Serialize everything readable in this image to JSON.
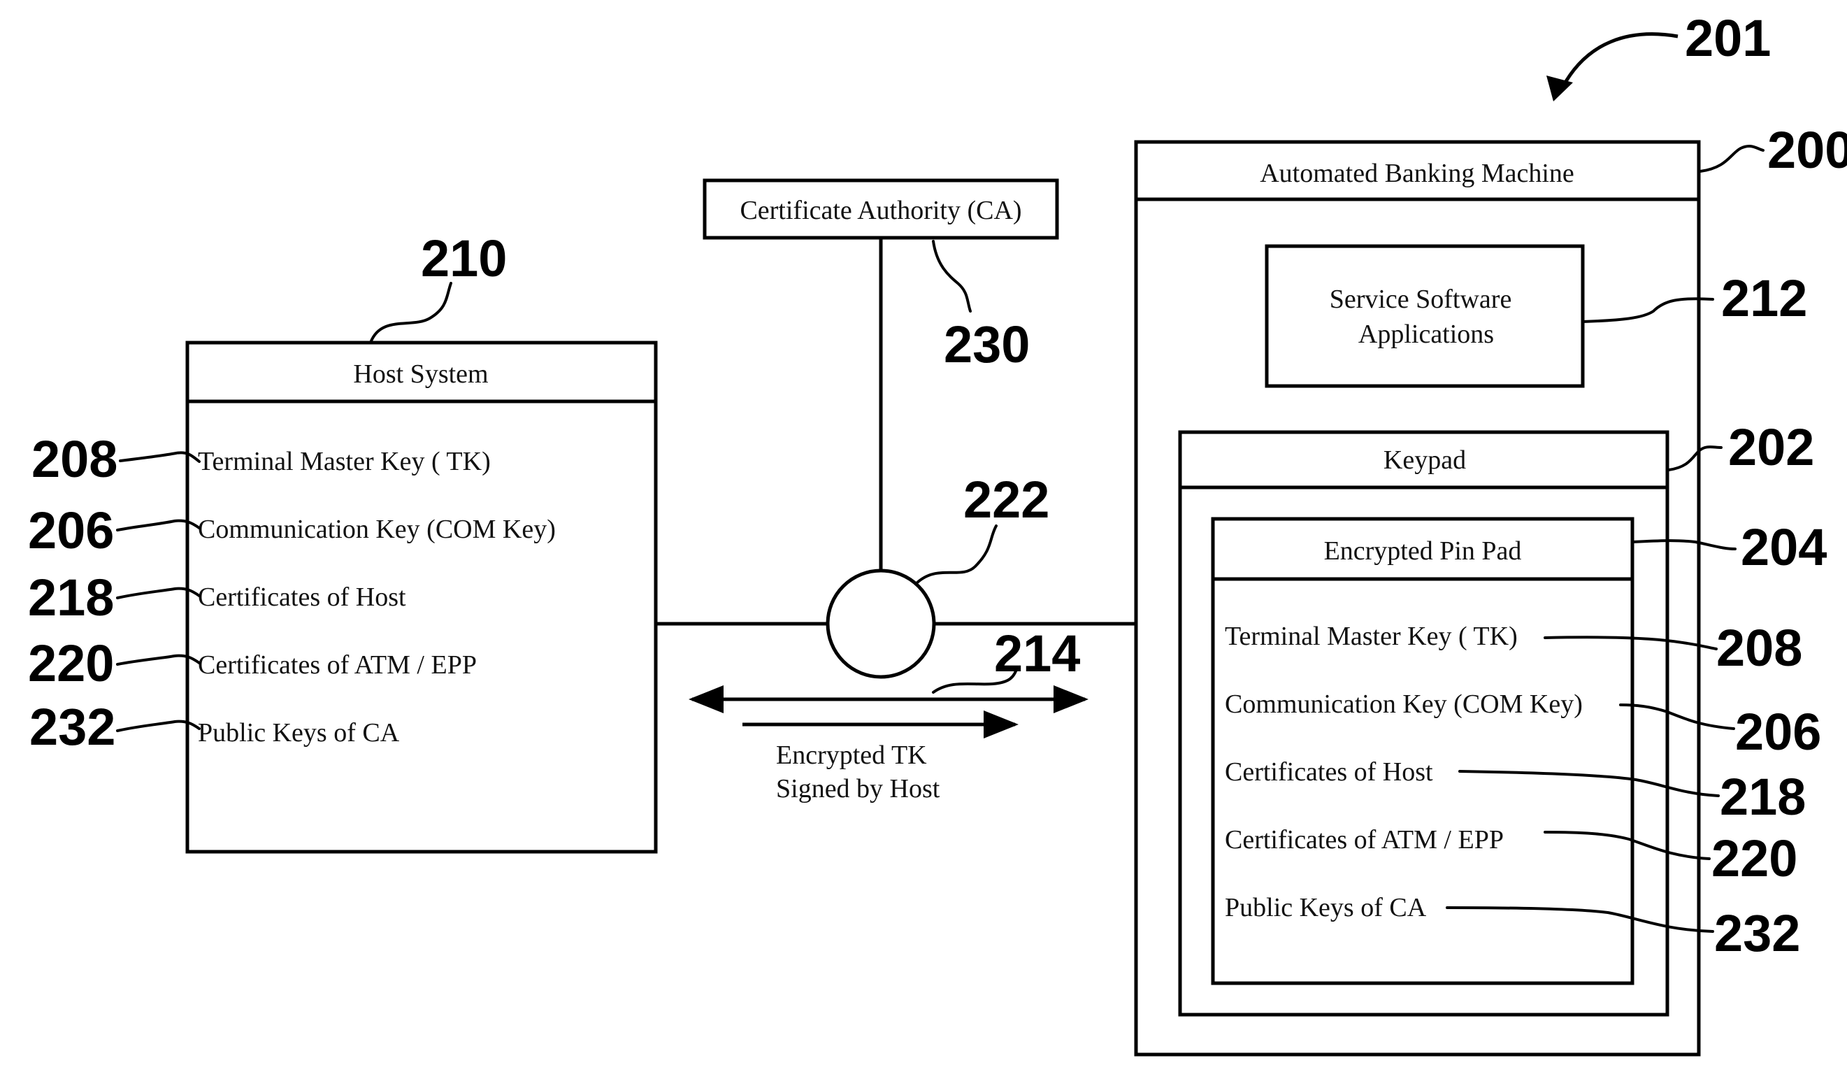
{
  "figure_ref": "201",
  "atm": {
    "ref": "200",
    "title": "Automated Banking Machine",
    "service_software": {
      "ref": "212",
      "line1": "Service Software",
      "line2": "Applications"
    },
    "keypad": {
      "ref": "202",
      "title": "Keypad"
    },
    "epp": {
      "ref": "204",
      "title": "Encrypted Pin Pad",
      "items": [
        {
          "label": "Terminal Master Key ( TK)",
          "ref": "208"
        },
        {
          "label": "Communication Key (COM Key)",
          "ref": "206"
        },
        {
          "label": "Certificates of Host",
          "ref": "218"
        },
        {
          "label": "Certificates of ATM /   EPP",
          "ref": "220"
        },
        {
          "label": "Public Keys of CA",
          "ref": "232"
        }
      ]
    }
  },
  "host": {
    "ref": "210",
    "title": "Host System",
    "items": [
      {
        "label": "Terminal Master Key ( TK)",
        "ref": "208"
      },
      {
        "label": "Communication Key (COM Key)",
        "ref": "206"
      },
      {
        "label": "Certificates of Host",
        "ref": "218"
      },
      {
        "label": "Certificates of  ATM / EPP",
        "ref": "220"
      },
      {
        "label": "Public Keys of CA",
        "ref": "232"
      }
    ]
  },
  "ca": {
    "ref": "230",
    "title": "Certificate Authority (CA)"
  },
  "network": {
    "ref": "222"
  },
  "transfer": {
    "ref": "214",
    "line1": "Encrypted  TK",
    "line2": "Signed by Host"
  }
}
